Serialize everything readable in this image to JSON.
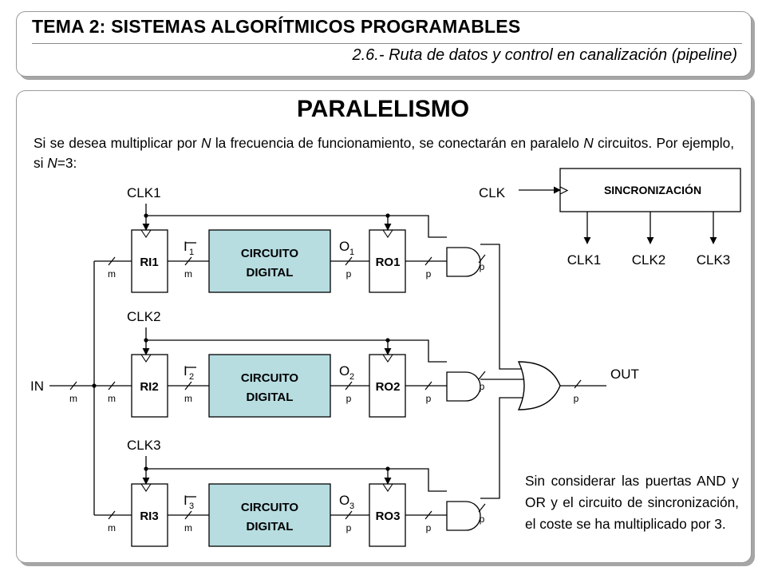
{
  "header": {
    "title": "TEMA 2: SISTEMAS ALGORÍTMICOS PROGRAMABLES",
    "subtitle": "2.6.- Ruta de datos y control en canalización (pipeline)"
  },
  "slide": {
    "section_title": "PARALELISMO",
    "intro": {
      "p1": "Si se desea multiplicar por ",
      "n1": "N",
      "p2": " la frecuencia de funcionamiento, se conectarán en paralelo ",
      "n2": "N",
      "p3": " circuitos. Por ejemplo, si ",
      "n3": "N",
      "p4": "=3:"
    },
    "note": "Sin considerar las puertas AND y OR y el circuito de sincronización, el coste se ha multiplicado por 3."
  },
  "diagram": {
    "input_label": "IN",
    "output_label": "OUT",
    "clk_label": "CLK",
    "sync_label": "SINCRONIZACIÓN",
    "sync_outputs": [
      "CLK1",
      "CLK2",
      "CLK3"
    ],
    "width_m": "m",
    "width_p": "p",
    "colors": {
      "circuit_fill": "#b7dde1",
      "line": "#000000"
    },
    "stages": [
      {
        "clock": "CLK1",
        "in_reg": "RI1",
        "in_sig": "I",
        "index": "1",
        "circuit_line1": "CIRCUITO",
        "circuit_line2": "DIGITAL",
        "out_sig": "O",
        "out_reg": "RO1"
      },
      {
        "clock": "CLK2",
        "in_reg": "RI2",
        "in_sig": "I",
        "index": "2",
        "circuit_line1": "CIRCUITO",
        "circuit_line2": "DIGITAL",
        "out_sig": "O",
        "out_reg": "RO2"
      },
      {
        "clock": "CLK3",
        "in_reg": "RI3",
        "in_sig": "I",
        "index": "3",
        "circuit_line1": "CIRCUITO",
        "circuit_line2": "DIGITAL",
        "out_sig": "O",
        "out_reg": "RO3"
      }
    ]
  }
}
